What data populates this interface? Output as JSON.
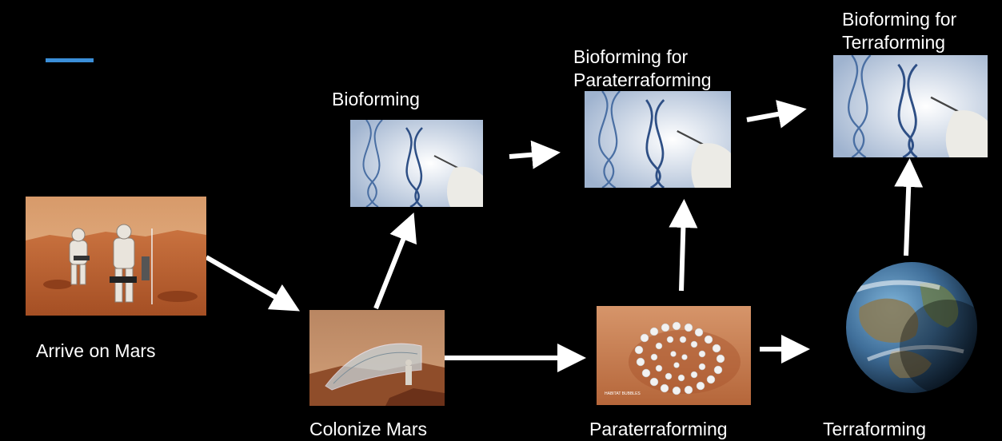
{
  "nodes": {
    "arrive": {
      "label": "Arrive on Mars"
    },
    "colonize": {
      "label": "Colonize Mars"
    },
    "bioforming": {
      "label": "Bioforming"
    },
    "bio_para": {
      "label": "Bioforming for\nParaterraforming"
    },
    "bio_terra": {
      "label": "Bioforming for\nTerraforming"
    },
    "paraterraforming": {
      "label": "Paraterraforming",
      "image_caption": "HABITAT BUBBLES"
    },
    "terraforming": {
      "label": "Terraforming"
    }
  },
  "images": {
    "arrive": "astronauts-on-mars-photo",
    "colonize": "mars-dome-colony-photo",
    "bioforming": "dna-tweezers-photo",
    "paraterraforming": "habitat-bubbles-photo",
    "terraforming": "terraformed-planet-photo"
  },
  "colors": {
    "accent": "#3b8fd9",
    "background": "#000000",
    "arrow": "#ffffff"
  }
}
